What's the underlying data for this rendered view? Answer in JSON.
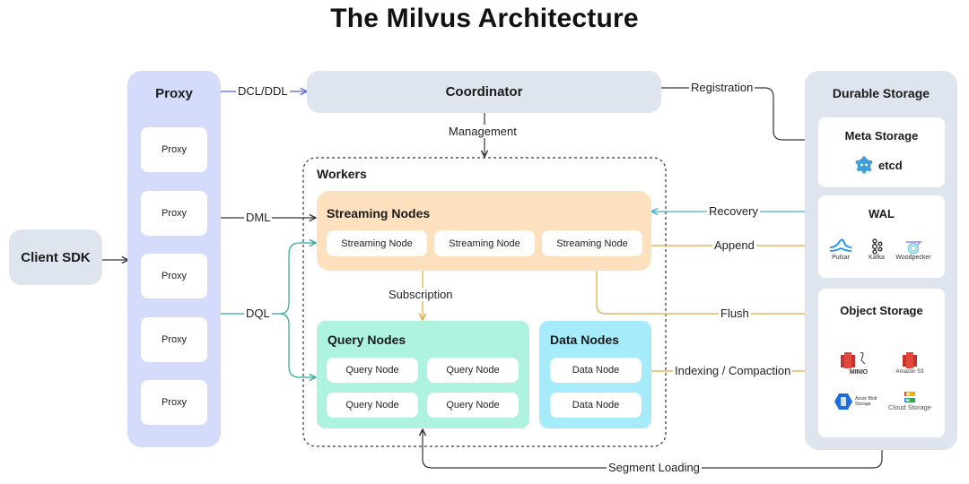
{
  "title": "The Milvus Architecture",
  "client": {
    "label": "Client SDK"
  },
  "proxy": {
    "header": "Proxy",
    "nodes": [
      "Proxy",
      "Proxy",
      "Proxy",
      "Proxy",
      "Proxy"
    ]
  },
  "coordinator": {
    "label": "Coordinator"
  },
  "workers": {
    "header": "Workers",
    "streaming": {
      "header": "Streaming Nodes",
      "nodes": [
        "Streaming Node",
        "Streaming Node",
        "Streaming Node"
      ]
    },
    "query": {
      "header": "Query Nodes",
      "nodes": [
        "Query Node",
        "Query Node",
        "Query Node",
        "Query Node"
      ]
    },
    "data": {
      "header": "Data Nodes",
      "nodes": [
        "Data Node",
        "Data Node"
      ]
    }
  },
  "durable_storage": {
    "header": "Durable Storage",
    "meta": {
      "header": "Meta Storage",
      "logo_label": "etcd"
    },
    "wal": {
      "header": "WAL",
      "logos": [
        "Pulsar",
        "Kafka",
        "Woodpecker"
      ]
    },
    "object": {
      "header": "Object Storage",
      "logos": [
        "MINIO",
        "Amazon S3",
        "Azure Blob Storage",
        "Cloud Storage"
      ]
    }
  },
  "edges": {
    "dcl_ddl": "DCL/DDL",
    "dml": "DML",
    "dql": "DQL",
    "management": "Management",
    "registration": "Registration",
    "recovery": "Recovery",
    "append": "Append",
    "subscription": "Subscription",
    "flush": "Flush",
    "indexing": "Indexing / Compaction",
    "segment_loading": "Segment Loading"
  },
  "colors": {
    "proxy_bg": "#d5dcfb",
    "coordinator_bg": "#dfe5ee",
    "streaming_bg": "#fde0bd",
    "query_bg": "#aef3e0",
    "data_bg": "#a6ebfa",
    "storage_bg": "#dfe5ee",
    "dcl_line": "#5b62e0",
    "dql_line": "#2fa89a",
    "recovery_line": "#3fb0d8",
    "append_line": "#e0a93a"
  }
}
